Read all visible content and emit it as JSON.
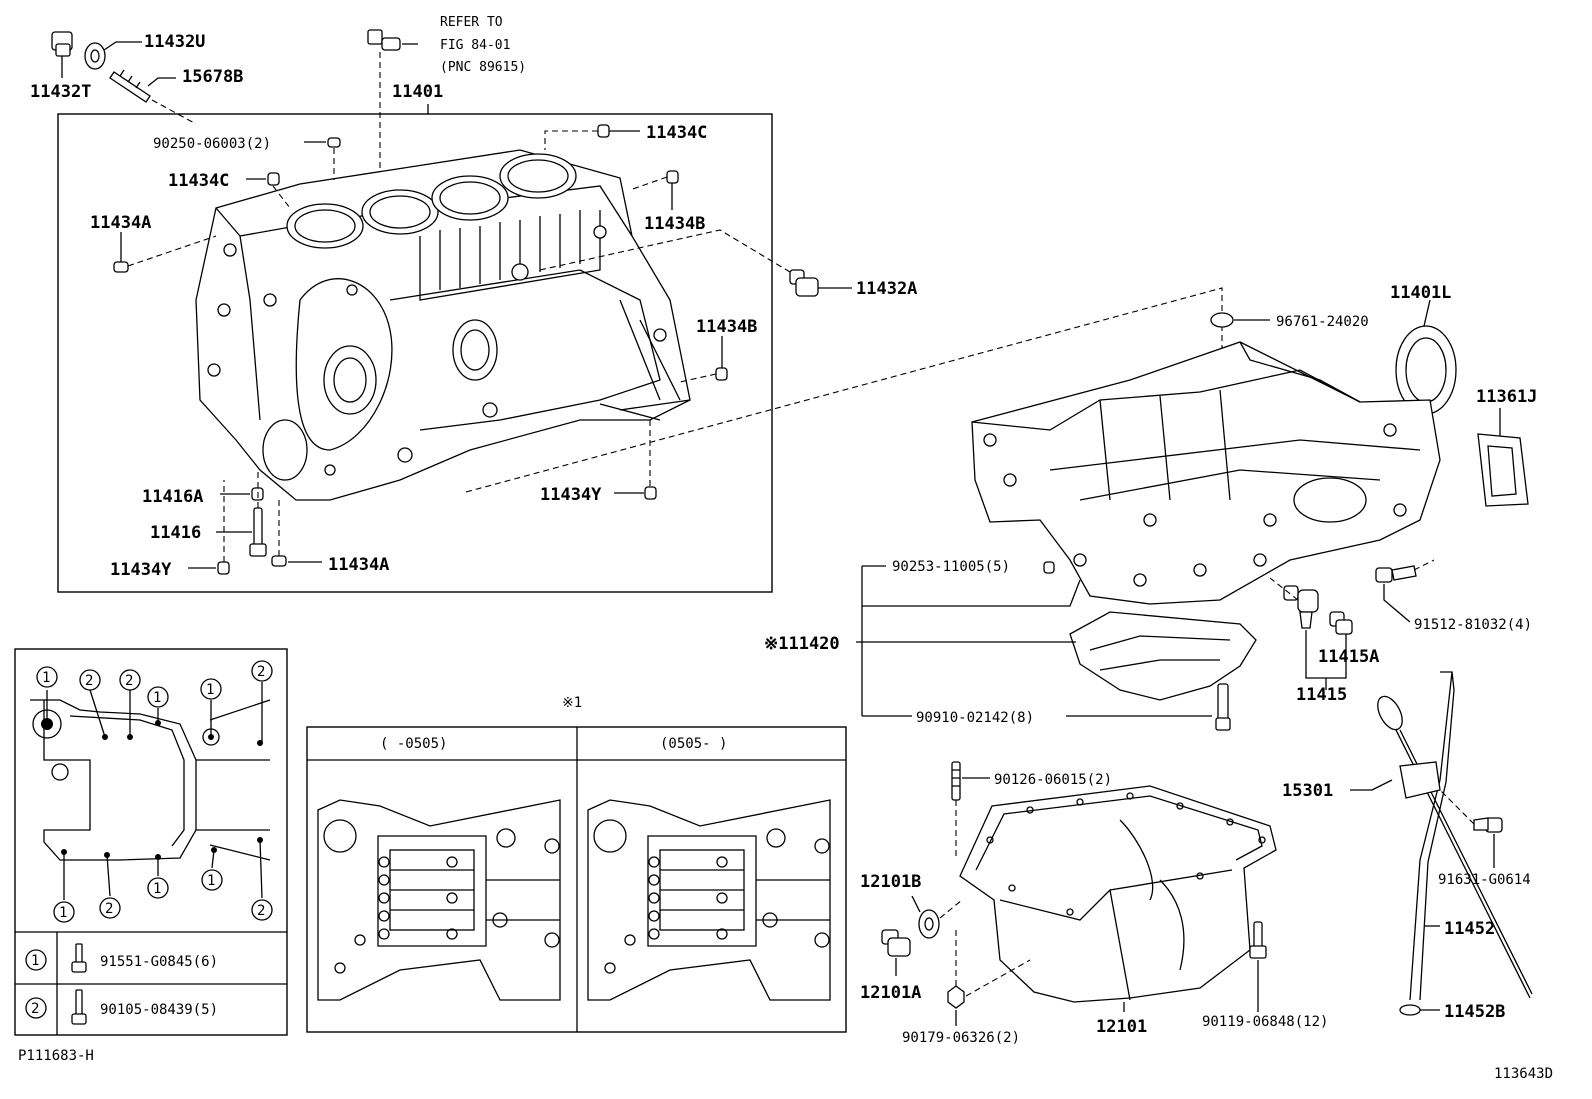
{
  "refer": {
    "line1": "REFER TO",
    "line2": "FIG 84-01",
    "line3": "(PNC 89615)"
  },
  "labels": {
    "p11432U": "11432U",
    "p11432T": "11432T",
    "p15678B": "15678B",
    "p11401": "11401",
    "p90250": "90250-06003(2)",
    "p11434C_top": "11434C",
    "p11434C_left": "11434C",
    "p11434A_left": "11434A",
    "p11434B_top": "11434B",
    "p11432A": "11432A",
    "p11434B_right": "11434B",
    "p11416A": "11416A",
    "p11416": "11416",
    "p11434Y_right": "11434Y",
    "p11434Y_left": "11434Y",
    "p11434A_bottom": "11434A",
    "p11401L": "11401L",
    "p96761": "96761-24020",
    "p11361J": "11361J",
    "p90253": "90253-11005(5)",
    "p111420": "※111420",
    "p90910": "90910-02142(8)",
    "p91512": "91512-81032(4)",
    "p11415A": "11415A",
    "p11415": "11415",
    "p90126": "90126-06015(2)",
    "p12101B": "12101B",
    "p12101A": "12101A",
    "p90179": "90179-06326(2)",
    "p12101": "12101",
    "p90119": "90119-06848(12)",
    "p15301": "15301",
    "p91631": "91631-G0614",
    "p11452": "11452",
    "p11452B": "11452B"
  },
  "variant": {
    "marker": "※1",
    "left_header": "(      -0505)",
    "right_header": "(0505-      )"
  },
  "legend": {
    "row1_symbol": "1",
    "row1_part": "91551-G0845(6)",
    "row2_symbol": "2",
    "row2_part": "90105-08439(5)"
  },
  "footer": {
    "page_ref": "P111683-H",
    "figure_id": "113643D"
  }
}
